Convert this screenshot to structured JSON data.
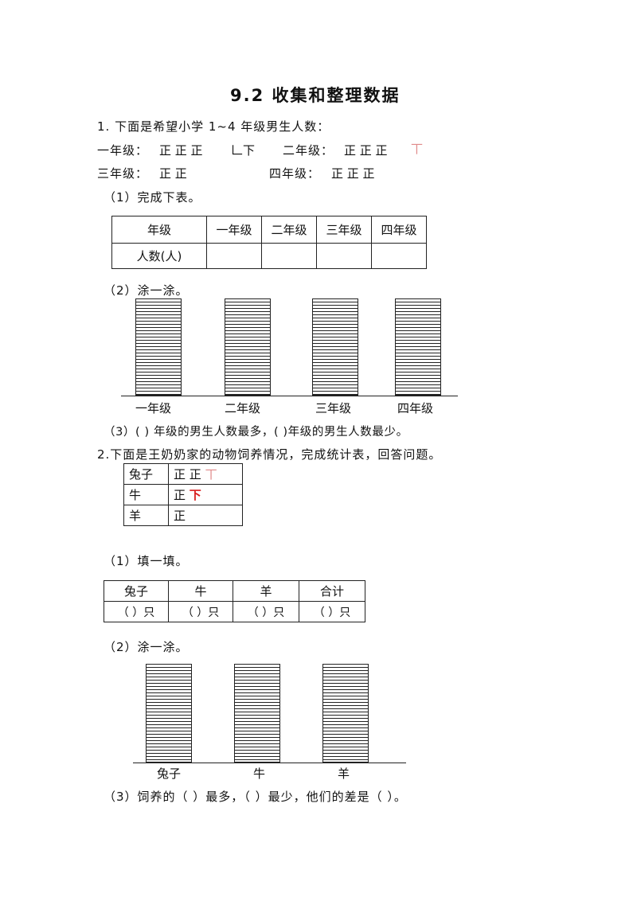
{
  "title": "9.2 收集和整理数据",
  "q1": {
    "prompt": "1.  下面是希望小学 1~4 年级男生人数：",
    "grades": [
      {
        "label": "一年级：",
        "tally": "正 正 正",
        "extra": "𠃊下"
      },
      {
        "label": "二年级：",
        "tally": "正 正 正",
        "extra": "丅"
      },
      {
        "label": "三年级：",
        "tally": "正 正",
        "extra": ""
      },
      {
        "label": "四年级：",
        "tally": "正 正  正",
        "extra": ""
      }
    ],
    "part1": "（1）完成下表。",
    "table_headers": [
      "年级",
      "一年级",
      "二年级",
      "三年级",
      "四年级"
    ],
    "table_row_label": "人数(人)",
    "part2": "（2）涂一涂。",
    "bar_labels": [
      "一年级",
      "二年级",
      "三年级",
      "四年级"
    ],
    "part3": "（3）(        ) 年级的男生人数最多，(        )年级的男生人数最少。"
  },
  "q2": {
    "prompt": "2.下面是王奶奶家的动物饲养情况，完成统计表，回答问题。",
    "tally_rows": [
      {
        "animal": "兔子",
        "tally": "正 正",
        "extra": "丅"
      },
      {
        "animal": "牛",
        "tally": "正",
        "extra": "下"
      },
      {
        "animal": "羊",
        "tally": "正",
        "extra": ""
      }
    ],
    "part1": "（1）填一填。",
    "table_headers": [
      "兔子",
      "牛",
      "羊",
      "合计"
    ],
    "table_cells": [
      "（    ）只",
      "（    ）只",
      "（    ）只",
      "（    ）只"
    ],
    "part2": "（2）涂一涂。",
    "bar_labels": [
      "兔子",
      "牛",
      "羊"
    ],
    "part3": "（3）饲养的（     ）最多，（     ）最少，他们的差是（     ）。"
  }
}
